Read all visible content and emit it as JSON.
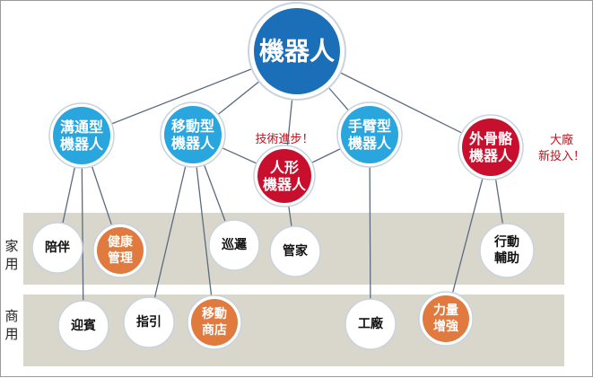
{
  "root": {
    "label": "機器人",
    "color": "#1a6fb8"
  },
  "categories": [
    {
      "id": "c1",
      "lines": [
        "溝通型",
        "機器人"
      ],
      "color": "#2aa6de"
    },
    {
      "id": "c2",
      "lines": [
        "移動型",
        "機器人"
      ],
      "color": "#2aa6de"
    },
    {
      "id": "c3",
      "lines": [
        "人形",
        "機器人"
      ],
      "color": "#c8102e"
    },
    {
      "id": "c4",
      "lines": [
        "手臂型",
        "機器人"
      ],
      "color": "#2aa6de"
    },
    {
      "id": "c5",
      "lines": [
        "外骨骼",
        "機器人"
      ],
      "color": "#c8102e"
    }
  ],
  "leaves": [
    {
      "id": "l1",
      "lines": [
        "陪伴"
      ],
      "style": "white"
    },
    {
      "id": "l2",
      "lines": [
        "健康",
        "管理"
      ],
      "style": "orange"
    },
    {
      "id": "l3",
      "lines": [
        "巡邏"
      ],
      "style": "white"
    },
    {
      "id": "l4",
      "lines": [
        "管家"
      ],
      "style": "white"
    },
    {
      "id": "l5",
      "lines": [
        "行動",
        "輔助"
      ],
      "style": "white"
    },
    {
      "id": "l6",
      "lines": [
        "迎賓"
      ],
      "style": "white"
    },
    {
      "id": "l7",
      "lines": [
        "指引"
      ],
      "style": "white"
    },
    {
      "id": "l8",
      "lines": [
        "移動",
        "商店"
      ],
      "style": "orange"
    },
    {
      "id": "l9",
      "lines": [
        "工廠"
      ],
      "style": "white"
    },
    {
      "id": "l10",
      "lines": [
        "力量",
        "增強"
      ],
      "style": "orange"
    }
  ],
  "notes": {
    "tech": "技術進步！",
    "vendors": [
      "大廠",
      "新投入！"
    ]
  },
  "bands": {
    "home": [
      "家",
      "用"
    ],
    "commercial": [
      "商",
      "用"
    ]
  },
  "colors": {
    "orange": "#e07a3f",
    "band": "#d9d6cc",
    "line": "#5a6b80",
    "ring": "#c9d3dd"
  }
}
